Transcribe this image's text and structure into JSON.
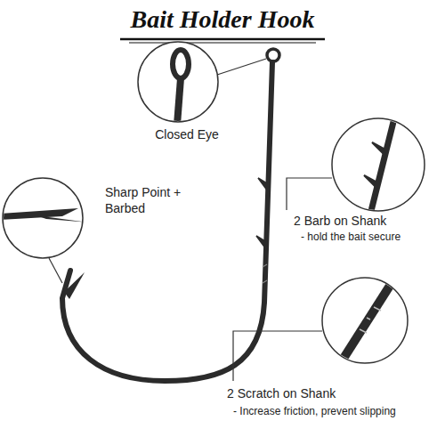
{
  "diagram": {
    "title": "Bait Holder Hook",
    "labels": [
      "Closed Eye",
      "Sharp Point + Barbed",
      "2 Barb on Shank",
      "- hold the bait secure",
      "2 Scratch on Shank",
      "- Increase friction, prevent slipping"
    ]
  }
}
